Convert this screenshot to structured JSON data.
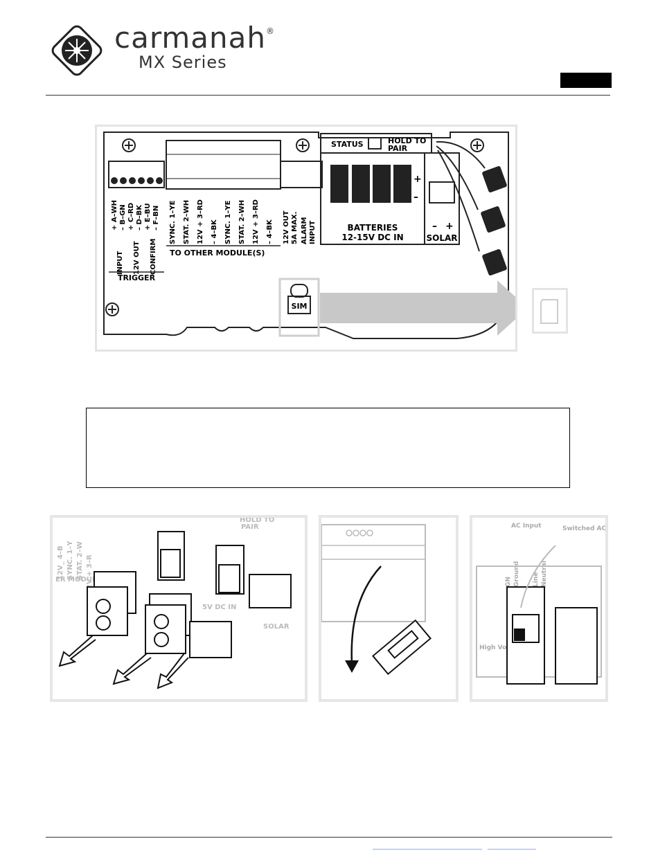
{
  "header": {
    "brand": "carmanah",
    "registered": "®",
    "series": "MX Series"
  },
  "diagram": {
    "status": "STATUS",
    "hold_to_pair": [
      "HOLD TO",
      "PAIR"
    ],
    "trigger_terms": [
      "INPUT",
      "12V OUT",
      "CONFIRM"
    ],
    "trigger_wires": [
      "+ A–WH",
      "– B–GN",
      "+ C–RD",
      "– D–BK",
      "+ E–BU",
      "– F–BN"
    ],
    "trigger": "TRIGGER",
    "module_terms": [
      "SYNC. 1–YE",
      "STAT. 2–WH",
      "12V + 3–RD",
      "– 4–BK",
      "SYNC. 1–YE",
      "STAT. 2–WH",
      "12V + 3–RD",
      "– 4–BK"
    ],
    "to_other_modules": "TO OTHER MODULE(S)",
    "right_terms": [
      "12V OUT",
      "5A MAX.",
      "ALARM",
      "INPUT"
    ],
    "batteries": "BATTERIES",
    "batteries_volts": "12-15V DC IN",
    "solar": "SOLAR",
    "plus": "+",
    "minus": "–",
    "sim": "SIM"
  },
  "steps": {
    "step1_labels": [
      "12V_ 4–B",
      "SYNC. 1–Y",
      "STAT. 2–W",
      "12V + 3–R",
      "ER MODUL",
      "PAIR",
      "HOLD TO",
      "5V DC IN",
      "SOLAR"
    ],
    "step3_labels": [
      "AC Input",
      "Switched AC Output",
      "GN",
      "Ground",
      "Line",
      "Neutral",
      "High Voltage"
    ]
  }
}
